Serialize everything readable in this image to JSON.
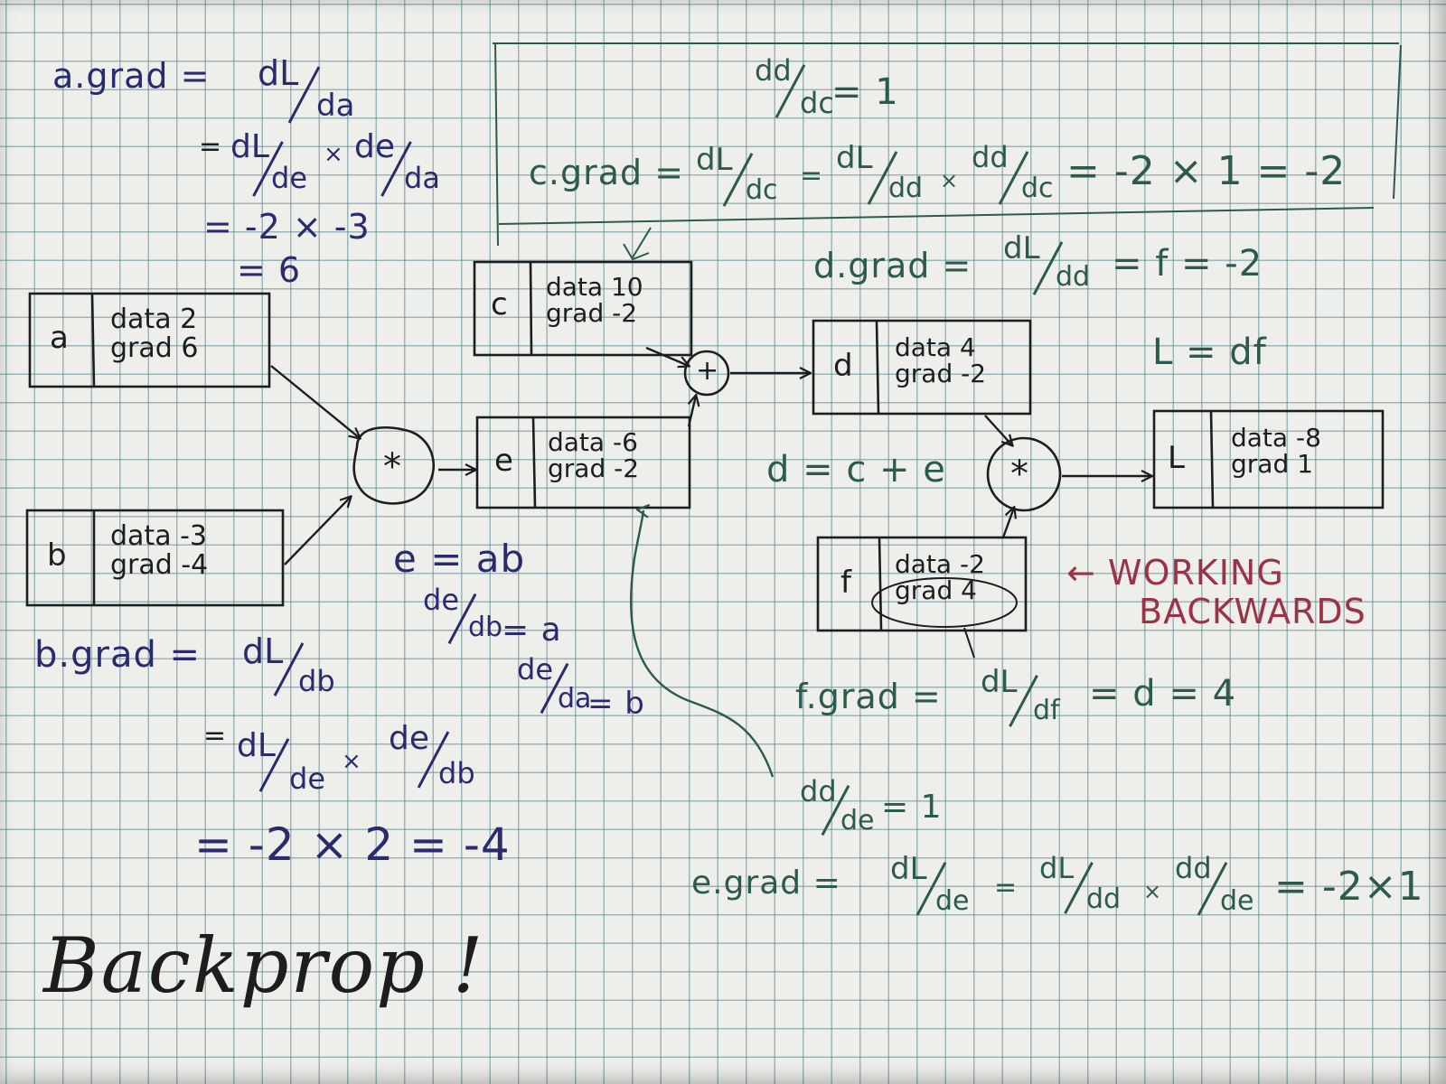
{
  "colors": {
    "black_ink": "#1d1d1f",
    "green_ink": "#2c5a4c",
    "navy_ink": "#2a2a6e",
    "red_ink": "#9a3346",
    "paper": "#eeeeea",
    "grid": "#5887a0"
  },
  "nodes": {
    "a": {
      "label": "a",
      "data_text": "data 2",
      "grad_text": "grad 6"
    },
    "b": {
      "label": "b",
      "data_text": "data -3",
      "grad_text": "grad -4"
    },
    "c": {
      "label": "c",
      "data_text": "data 10",
      "grad_text": "grad -2"
    },
    "e": {
      "label": "e",
      "data_text": "data -6",
      "grad_text": "grad -2"
    },
    "d": {
      "label": "d",
      "data_text": "data 4",
      "grad_text": "grad -2"
    },
    "f": {
      "label": "f",
      "data_text": "data -2",
      "grad_text": "grad 4"
    },
    "L": {
      "label": "L",
      "data_text": "data -8",
      "grad_text": "grad 1"
    }
  },
  "ops": {
    "mul1": "*",
    "plus": "+",
    "mul2": "*"
  },
  "notes": {
    "a_grad_lhs": "a.grad =",
    "dL": "dL",
    "da": "da",
    "de": "de",
    "db": "db",
    "dc": "dc",
    "dd": "dd",
    "df": "df",
    "times": "×",
    "eq": "=",
    "a_line3": "= -2 × -3",
    "a_line4": "= 6",
    "dd_dc_val": "= 1",
    "c_grad_lhs": "c.grad =",
    "c_grad_tail": "= -2 × 1 = -2",
    "d_grad_lhs": "d.grad =",
    "d_grad_tail": "= f = -2",
    "L_eq": "L = df",
    "d_eq": "d = c + e",
    "e_eq": "e = ab",
    "de_db_val": "= a",
    "de_da_val": "= b",
    "b_grad_lhs": "b.grad =",
    "b_line3": "= -2 × 2 = -4",
    "working_1": "← WORKING",
    "working_2": "BACKWARDS",
    "f_grad_lhs": "f.grad =",
    "f_grad_tail": "= d = 4",
    "dd_de_val": "= 1",
    "e_grad_lhs": "e.grad =",
    "e_grad_tail": "= -2×1",
    "title": "Backprop !"
  }
}
